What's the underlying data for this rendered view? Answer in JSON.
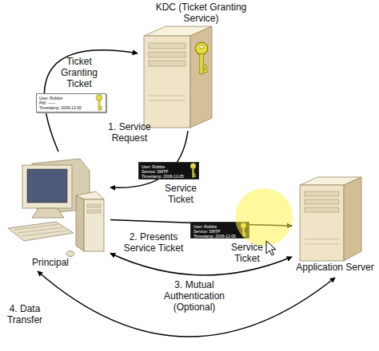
{
  "diagram": {
    "nodes": [
      {
        "text": [
          "KDC (Ticket Granting Service)"
        ]
      },
      {
        "text": [
          "User: Robbie",
          "PW: ------",
          "Timestamp: 2006-12-05"
        ]
      },
      {
        "text": [
          "Principal"
        ]
      },
      {
        "text": [
          "User: Robbie",
          "Service: SMTP",
          "Timestamp: 2006-12-05"
        ]
      },
      {
        "text": [
          "User: Robbie",
          "Service: SMTP",
          "Timestamp: 2006-12-05"
        ]
      },
      {
        "text": [
          "Application Server"
        ]
      }
    ],
    "edges": [
      {
        "from": 2,
        "to": 0,
        "arrow": "to",
        "label": "1. Service Request"
      },
      {
        "from": 0,
        "to": 2,
        "arrow": "to"
      },
      {
        "from": 2,
        "to": 5,
        "arrow": "to",
        "label": "2. Presents Service Ticket"
      },
      {
        "from": 5,
        "to": 2,
        "arrow": "both",
        "label": "3. Mutual Authentication (Optional)"
      },
      {
        "from": 2,
        "to": 5,
        "arrow": "both",
        "label": "4. Data Transfer"
      }
    ],
    "labels": [
      "Ticket Granting Ticket",
      "Service Ticket",
      "Service Ticket"
    ]
  }
}
